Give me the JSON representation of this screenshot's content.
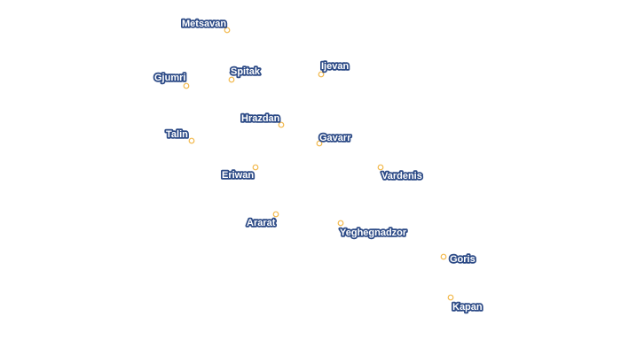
{
  "map": {
    "colors": {
      "background": "#ffffff",
      "label_text": "#ffffff",
      "label_halo": "#2c4a86",
      "marker_fill": "#ffffff",
      "marker_stroke": "#f2b84b"
    },
    "cities": [
      {
        "name": "Metsavan"
      },
      {
        "name": "Gjumri"
      },
      {
        "name": "Spitak"
      },
      {
        "name": "Ijevan"
      },
      {
        "name": "Hrazdan"
      },
      {
        "name": "Talin"
      },
      {
        "name": "Gavarr"
      },
      {
        "name": "Eriwan"
      },
      {
        "name": "Vardenis"
      },
      {
        "name": "Ararat"
      },
      {
        "name": "Yeghegnadzor"
      },
      {
        "name": "Goris"
      },
      {
        "name": "Kapan"
      }
    ]
  }
}
